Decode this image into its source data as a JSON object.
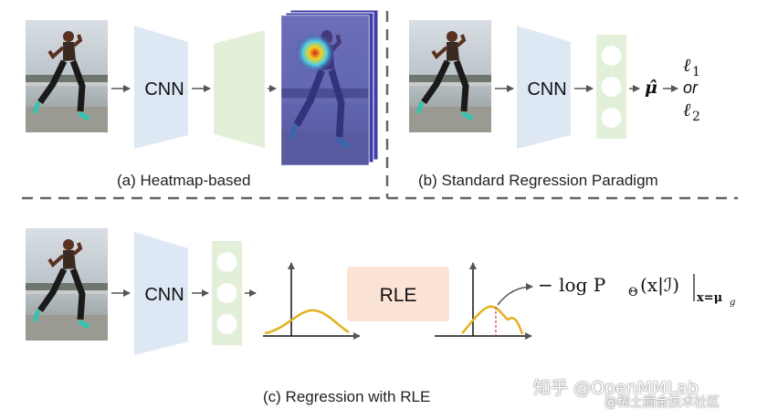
{
  "panel_a": {
    "encoder_label": "CNN",
    "caption": "(a) Heatmap-based"
  },
  "panel_b": {
    "encoder_label": "CNN",
    "output_symbol": "μ̂",
    "loss_top": "ℓ",
    "loss_top_sub": "1",
    "loss_or": "or",
    "loss_bottom": "ℓ",
    "loss_bottom_sub": "2",
    "caption": "(b) Standard Regression Paradigm"
  },
  "panel_c": {
    "encoder_label": "CNN",
    "rle_label": "RLE",
    "formula_prefix": "− log P",
    "formula_theta": "Θ",
    "formula_args": "(x|ℐ)",
    "formula_subscript": "x=μ",
    "formula_subscript_g": "g",
    "caption": "(c) Regression with RLE"
  },
  "watermark": {
    "line1": "知乎 @OpenMMLab",
    "line2": "@稀土掘金技术社区"
  },
  "colors": {
    "encoder_fill": "#dde8f4",
    "decoder_fill": "#e2efd9",
    "vector_fill": "#e2efd9",
    "rle_fill": "#fbe3d6",
    "curve": "#e5b020",
    "arrow": "#555555",
    "divider": "#666666",
    "heatmap_bg": "#3d3fa6"
  }
}
